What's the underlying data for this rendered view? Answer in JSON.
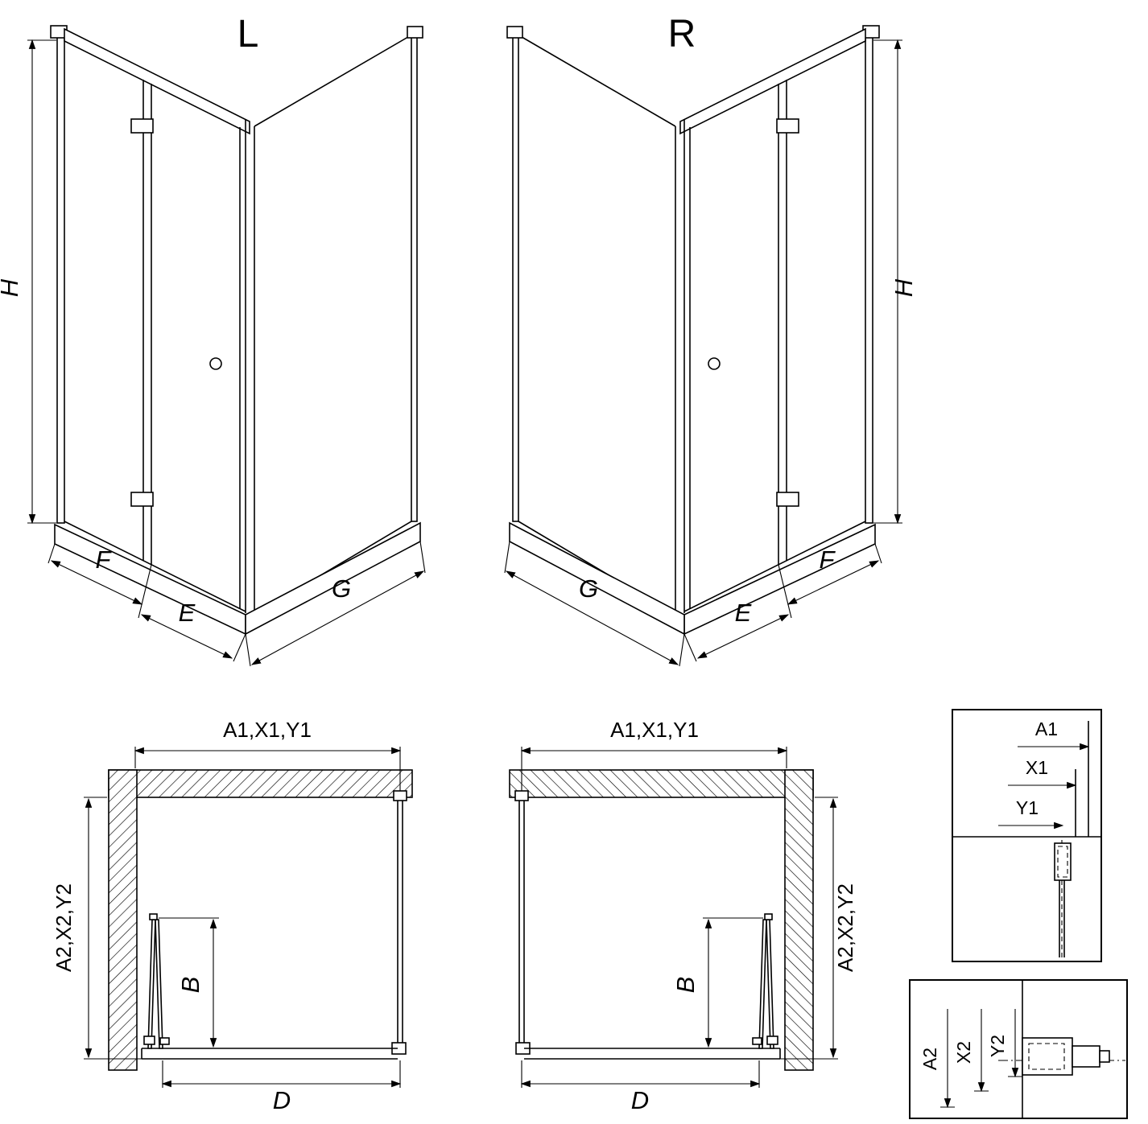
{
  "iso_left": {
    "title": "L",
    "dim_height": "H",
    "dim_fixed": "F",
    "dim_door": "E",
    "dim_side": "G"
  },
  "iso_right": {
    "title": "R",
    "dim_height": "H",
    "dim_fixed": "F",
    "dim_door": "E",
    "dim_side": "G"
  },
  "plan_left": {
    "dim_width": "A1,X1,Y1",
    "dim_depth": "A2,X2,Y2",
    "dim_door": "B",
    "dim_opening": "D"
  },
  "plan_right": {
    "dim_width": "A1,X1,Y1",
    "dim_depth": "A2,X2,Y2",
    "dim_door": "B",
    "dim_opening": "D"
  },
  "detail_top": {
    "labels": [
      "A1",
      "X1",
      "Y1"
    ]
  },
  "detail_bottom": {
    "labels": [
      "A2",
      "X2",
      "Y2"
    ]
  },
  "colors": {
    "line": "#000000",
    "background": "#ffffff"
  }
}
